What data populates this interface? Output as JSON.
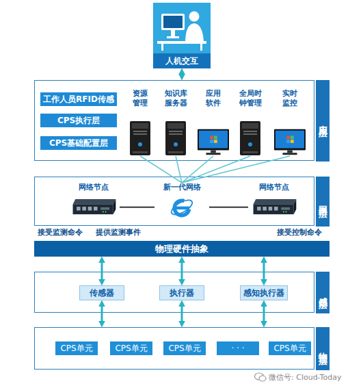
{
  "diagram": {
    "nodes": [
      {
        "text": [
          "人机交互"
        ]
      },
      {
        "text": [
          "应用层"
        ]
      },
      {
        "text": [
          "工作人员RFID传感"
        ],
        "in": 1
      },
      {
        "text": [
          "CPS执行层"
        ],
        "in": 1
      },
      {
        "text": [
          "CPS基础配置层"
        ],
        "in": 1
      },
      {
        "text": [
          "资源管理"
        ],
        "in": 1
      },
      {
        "text": [
          "知识库服务器"
        ],
        "in": 1
      },
      {
        "text": [
          "应用软件"
        ],
        "in": 1
      },
      {
        "text": [
          "全局时钟管理"
        ],
        "in": 1
      },
      {
        "text": [
          "实时监控"
        ],
        "in": 1
      },
      {
        "text": [
          "网络层"
        ]
      },
      {
        "text": [
          "网络节点"
        ],
        "in": 10
      },
      {
        "text": [
          "新一代网络"
        ],
        "in": 10
      },
      {
        "text": [
          "网络节点"
        ],
        "in": 10
      },
      {
        "text": [
          "物理硬件抽象"
        ]
      },
      {
        "text": [
          "感知层"
        ]
      },
      {
        "text": [
          "传感器"
        ],
        "in": 15
      },
      {
        "text": [
          "执行器"
        ],
        "in": 15
      },
      {
        "text": [
          "感知执行器"
        ],
        "in": 15
      },
      {
        "text": [
          "物理层"
        ]
      },
      {
        "text": [
          "CPS单元"
        ],
        "in": 19
      },
      {
        "text": [
          "CPS单元"
        ],
        "in": 19
      },
      {
        "text": [
          "CPS单元"
        ],
        "in": 19
      },
      {
        "text": [
          "· · ·"
        ],
        "in": 19
      },
      {
        "text": [
          "CPS单元"
        ],
        "in": 19
      }
    ],
    "edges": [
      {
        "from": 0,
        "to": 1,
        "arrow": "both"
      },
      {
        "from": 5,
        "to": 12,
        "arrow": "none"
      },
      {
        "from": 6,
        "to": 12,
        "arrow": "none"
      },
      {
        "from": 7,
        "to": 12,
        "arrow": "none"
      },
      {
        "from": 8,
        "to": 12,
        "arrow": "none"
      },
      {
        "from": 9,
        "to": 12,
        "arrow": "none"
      },
      {
        "from": 11,
        "to": 12,
        "arrow": "none"
      },
      {
        "from": 12,
        "to": 13,
        "arrow": "none"
      },
      {
        "from": 14,
        "to": 16,
        "arrow": "both"
      },
      {
        "from": 14,
        "to": 17,
        "arrow": "both"
      },
      {
        "from": 14,
        "to": 18,
        "arrow": "both"
      },
      {
        "from": 16,
        "to": 19,
        "arrow": "both"
      },
      {
        "from": 17,
        "to": 19,
        "arrow": "both"
      },
      {
        "from": 18,
        "to": 19,
        "arrow": "both"
      }
    ],
    "labels": [
      "接受监测命令",
      "提供监测事件",
      "接受控制命令",
      "微信号: Cloud-Today"
    ]
  }
}
